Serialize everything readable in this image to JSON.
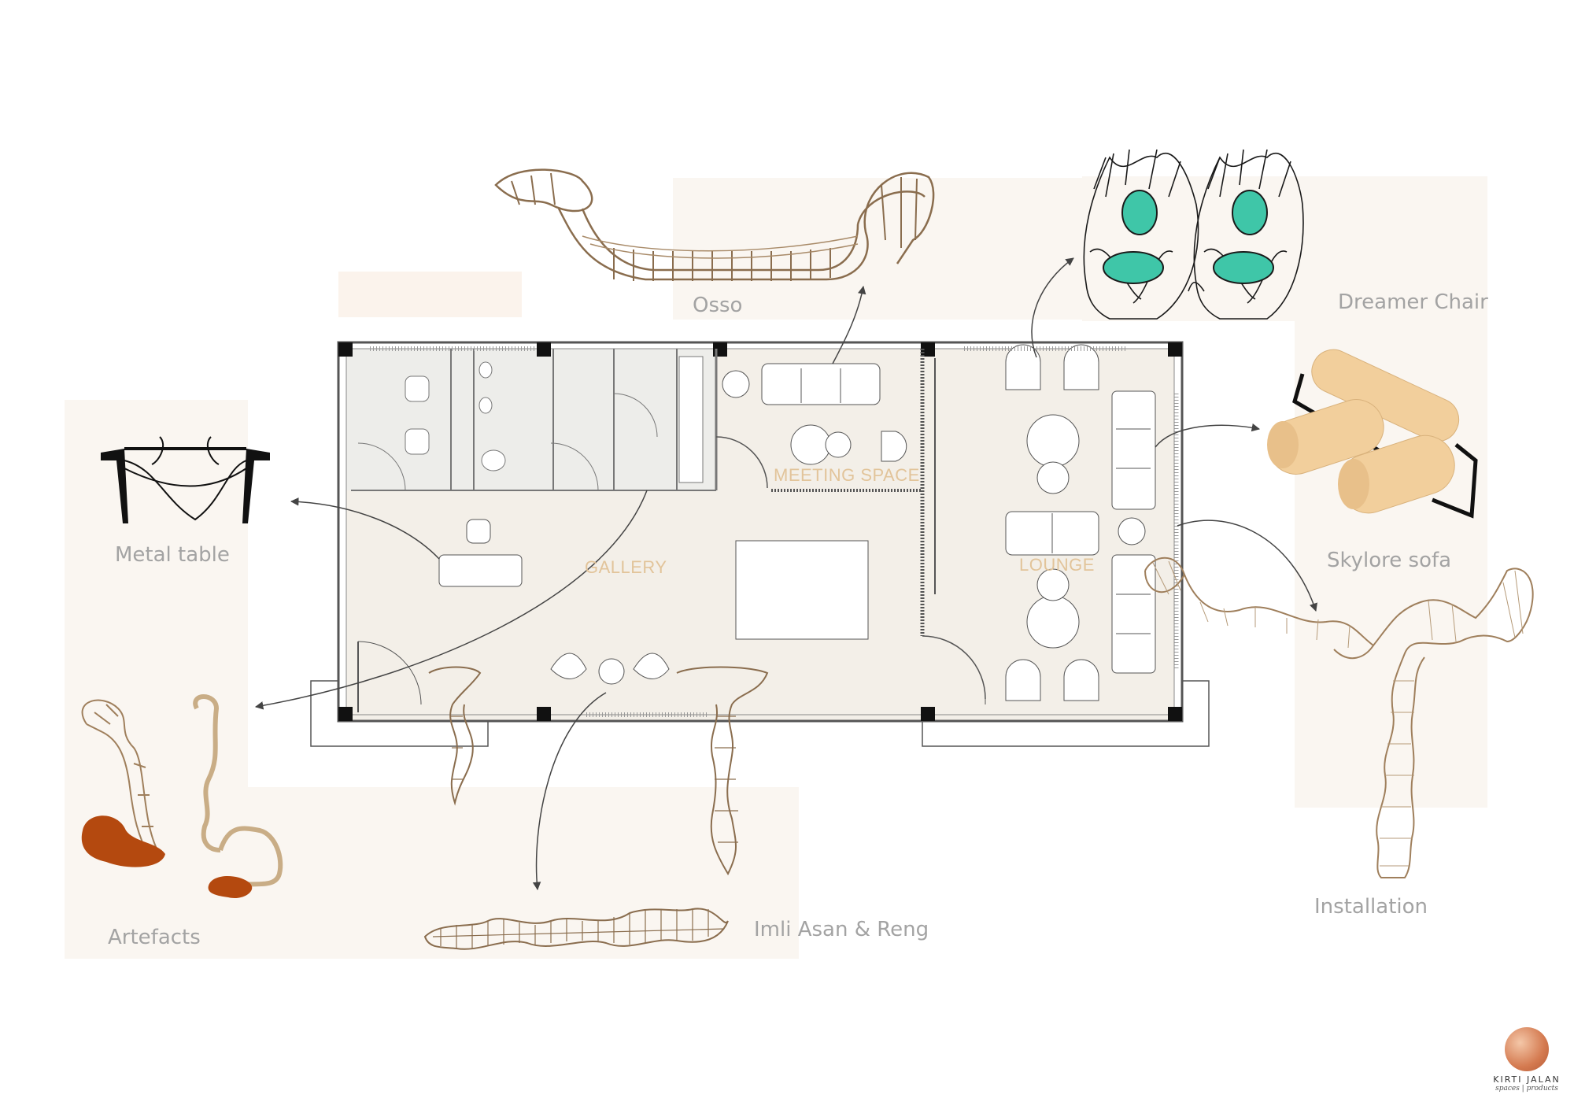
{
  "labels": {
    "osso": "Osso",
    "dreamer_chair": "Dreamer Chair",
    "metal_table": "Metal table",
    "skylore_sofa": "Skylore sofa",
    "artefacts": "Artefacts",
    "imli_asan_reng": "Imli Asan & Reng",
    "installation": "Installation"
  },
  "rooms": {
    "meeting_space": "MEETING SPACE",
    "gallery": "GALLERY",
    "lounge": "LOUNGE"
  },
  "brand": {
    "name": "KIRTI JALAN",
    "tagline": "spaces | products"
  },
  "colors": {
    "panel_bg": "#faf6f1",
    "room_label": "#e2c49a",
    "caption": "#a3a3a3",
    "wire": "#8a6d4e",
    "sofa": "#f2cf9c",
    "chair_accent": "#3fc6a8",
    "artefact_rust": "#b4490f"
  }
}
